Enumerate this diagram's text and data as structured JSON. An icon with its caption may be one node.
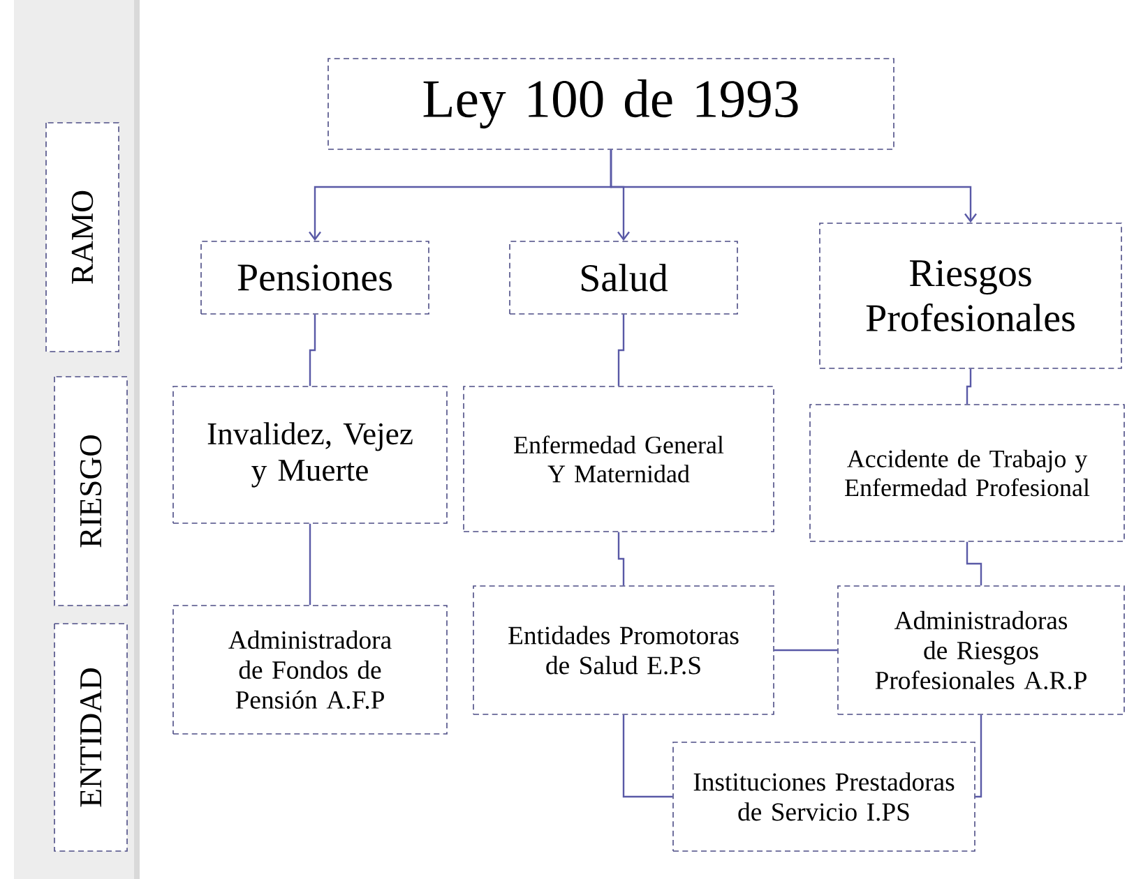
{
  "diagram": {
    "nodes": [
      {
        "text": [
          "RAMO"
        ]
      },
      {
        "text": [
          "RIESGO"
        ]
      },
      {
        "text": [
          "ENTIDAD"
        ]
      },
      {
        "text": [
          "Ley  100 de 1993"
        ]
      },
      {
        "text": [
          "Pensiones"
        ]
      },
      {
        "text": [
          "Salud"
        ]
      },
      {
        "text": [
          "Riesgos Profesionales"
        ]
      },
      {
        "text": [
          "Invalidez, Vejez y Muerte"
        ]
      },
      {
        "text": [
          "Enfermedad General Y Maternidad"
        ]
      },
      {
        "text": [
          "Accidente de Trabajo y Enfermedad Profesional"
        ]
      },
      {
        "text": [
          "Administradora de Fondos de Pensión A.F.P"
        ]
      },
      {
        "text": [
          "Entidades Promotoras de Salud E.P.S"
        ]
      },
      {
        "text": [
          "Administradoras de Riesgos Profesionales A.R.P"
        ]
      },
      {
        "text": [
          "Instituciones Prestadoras de Servicio I.PS"
        ]
      }
    ],
    "edges": [
      {
        "from": 3,
        "to": 4,
        "arrow": "to"
      },
      {
        "from": 3,
        "to": 5,
        "arrow": "to"
      },
      {
        "from": 3,
        "to": 6,
        "arrow": "to"
      },
      {
        "from": 4,
        "to": 7,
        "arrow": "none"
      },
      {
        "from": 5,
        "to": 8,
        "arrow": "none"
      },
      {
        "from": 6,
        "to": 9,
        "arrow": "none"
      },
      {
        "from": 7,
        "to": 10,
        "arrow": "none"
      },
      {
        "from": 8,
        "to": 11,
        "arrow": "none"
      },
      {
        "from": 9,
        "to": 12,
        "arrow": "none"
      },
      {
        "from": 11,
        "to": 12,
        "arrow": "none"
      },
      {
        "from": 11,
        "to": 13,
        "arrow": "none"
      },
      {
        "from": 12,
        "to": 13,
        "arrow": "none"
      }
    ]
  }
}
